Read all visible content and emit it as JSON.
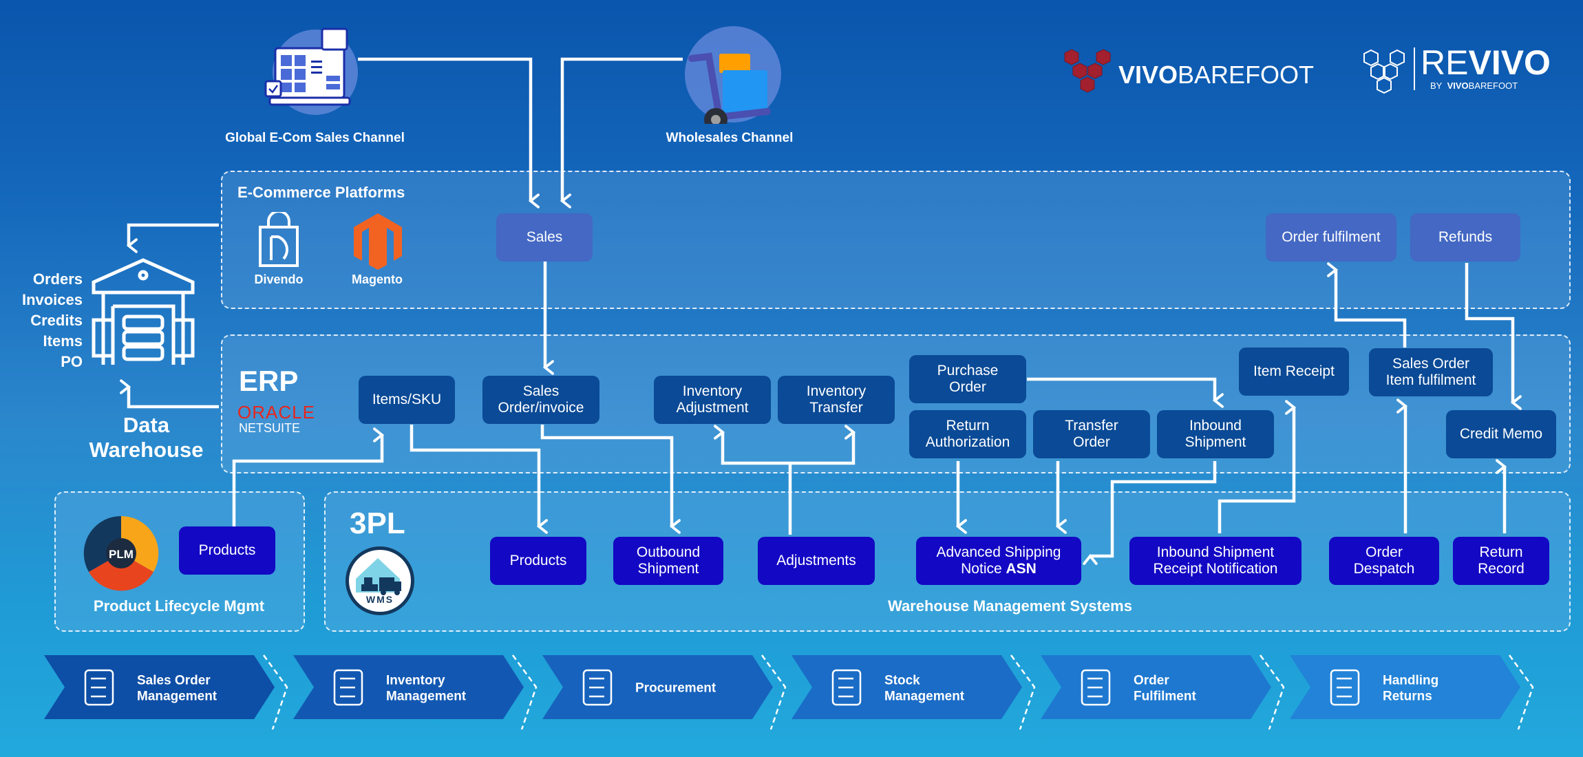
{
  "channels": {
    "ecom": "Global E-Com Sales Channel",
    "wholesale": "Wholesales Channel"
  },
  "logos": {
    "vivo_bold": "VIVO",
    "vivo_light": "BAREFOOT",
    "revivo_light": "RE",
    "revivo_bold": "VIVO",
    "revivo_by": "BY",
    "revivo_by_bold": "VIVO",
    "revivo_by_light": "BAREFOOT",
    "brand_red": "#a3202f"
  },
  "data_warehouse": {
    "title_line1": "Data",
    "title_line2": "Warehouse",
    "items": [
      "Orders",
      "Invoices",
      "Credits",
      "Items",
      "PO"
    ]
  },
  "ecommerce": {
    "title": "E-Commerce Platforms",
    "platforms": [
      "Divendo",
      "Magento"
    ],
    "nodes": {
      "sales": "Sales",
      "order_fulfilment": "Order fulfilment",
      "refunds": "Refunds"
    }
  },
  "erp": {
    "title": "ERP",
    "vendor_line1": "ORACLE",
    "vendor_line2": "NETSUITE",
    "nodes": {
      "items_sku": "Items/SKU",
      "sales_order_l1": "Sales",
      "sales_order_l2": "Order/invoice",
      "inv_adj_l1": "Inventory",
      "inv_adj_l2": "Adjustment",
      "inv_tr_l1": "Inventory",
      "inv_tr_l2": "Transfer",
      "po_l1": "Purchase",
      "po_l2": "Order",
      "ra_l1": "Return",
      "ra_l2": "Authorization",
      "to_l1": "Transfer",
      "to_l2": "Order",
      "ib_l1": "Inbound",
      "ib_l2": "Shipment",
      "item_receipt": "Item Receipt",
      "so_if_l1": "Sales Order",
      "so_if_l2": "Item fulfilment",
      "credit_memo": "Credit Memo"
    }
  },
  "plm": {
    "title": "Product Lifecycle Mgmt",
    "badge": "PLM",
    "products": "Products"
  },
  "tpl": {
    "title": "3PL",
    "badge": "WMS",
    "footer": "Warehouse Management Systems",
    "nodes": {
      "products": "Products",
      "outbound_l1": "Outbound",
      "outbound_l2": "Shipment",
      "adjustments": "Adjustments",
      "asn_l1": "Advanced Shipping",
      "asn_l2a": "Notice ",
      "asn_l2b": "ASN",
      "isrn_l1": "Inbound Shipment",
      "isrn_l2": "Receipt Notification",
      "despatch_l1": "Order",
      "despatch_l2": "Despatch",
      "return_l1": "Return",
      "return_l2": "Record"
    }
  },
  "process_steps": [
    {
      "l1": "Sales Order",
      "l2": "Management",
      "icon": "checklist-icon"
    },
    {
      "l1": "Inventory",
      "l2": "Management",
      "icon": "inventory-icon"
    },
    {
      "l1": "Procurement",
      "l2": "",
      "icon": "handshake-dollar-icon"
    },
    {
      "l1": "Stock",
      "l2": "Management",
      "icon": "monitor-stock-icon"
    },
    {
      "l1": "Order",
      "l2": "Fulfilment",
      "icon": "box-check-icon"
    },
    {
      "l1": "Handling",
      "l2": "Returns",
      "icon": "return-box-icon"
    }
  ]
}
